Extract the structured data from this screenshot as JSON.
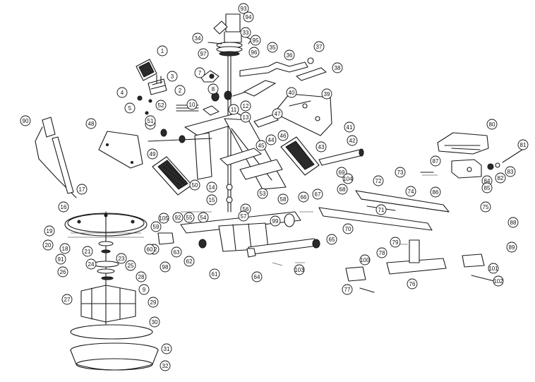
{
  "diagram": {
    "type": "exploded parts diagram",
    "callouts": [
      "1",
      "2",
      "3",
      "4",
      "5",
      "6",
      "7",
      "8",
      "9",
      "10",
      "11",
      "12",
      "13",
      "14",
      "15",
      "16",
      "17",
      "18",
      "19",
      "20",
      "21",
      "22",
      "23",
      "24",
      "25",
      "26",
      "27",
      "28",
      "29",
      "30",
      "31",
      "32",
      "33",
      "34",
      "35",
      "36",
      "37",
      "38",
      "39",
      "40",
      "41",
      "42",
      "43",
      "44",
      "45",
      "46",
      "47",
      "48",
      "49",
      "50",
      "51",
      "52",
      "53",
      "54",
      "55",
      "56",
      "57",
      "58",
      "59",
      "60",
      "61",
      "62",
      "63",
      "64",
      "65",
      "66",
      "67",
      "68",
      "69",
      "70",
      "71",
      "72",
      "73",
      "74",
      "75",
      "76",
      "77",
      "78",
      "79",
      "80",
      "81",
      "82",
      "83",
      "84",
      "85",
      "86",
      "87",
      "88",
      "89",
      "90",
      "91",
      "92",
      "93",
      "94",
      "95",
      "96",
      "97",
      "98",
      "99",
      "100",
      "101",
      "102",
      "103",
      "104",
      "105"
    ]
  }
}
